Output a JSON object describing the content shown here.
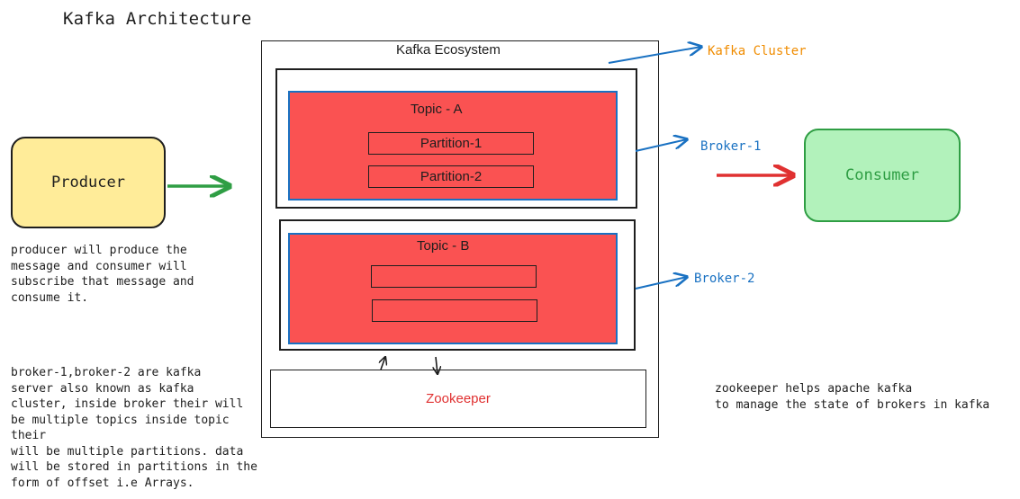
{
  "title": "Kafka Architecture",
  "producer": {
    "label": "Producer",
    "fill": "#ffec99"
  },
  "consumer": {
    "label": "Consumer",
    "fill": "#b2f2bb",
    "stroke": "#2f9e44"
  },
  "ecosystem": {
    "label": "Kafka Ecosystem",
    "topics": [
      {
        "label": "Topic - A",
        "partitions": [
          "Partition-1",
          "Partition-2"
        ]
      },
      {
        "label": "Topic - B",
        "partitions": [
          "",
          ""
        ]
      }
    ],
    "zookeeper": "Zookeeper"
  },
  "callouts": {
    "cluster": "Kafka Cluster",
    "broker1": "Broker-1",
    "broker2": "Broker-2"
  },
  "notes": {
    "producer": "producer will produce the\nmessage and consumer will\nsubscribe that message and\nconsume it.",
    "brokers": "broker-1,broker-2 are kafka\nserver also known as kafka\ncluster, inside broker their will\nbe multiple topics inside topic their\nwill be multiple partitions. data\nwill be stored in partitions in the\nform of offset i.e Arrays.",
    "zookeeper": "zookeeper helps apache kafka\nto manage the state of brokers in kafka"
  },
  "colors": {
    "topic_fill": "#fa5252",
    "topic_stroke": "#1971c2",
    "callout_blue": "#1971c2",
    "cluster_orange": "#f08c00",
    "producer_arrow": "#2f9e44",
    "consumer_arrow": "#e03131",
    "zookeeper_text": "#e03131"
  }
}
